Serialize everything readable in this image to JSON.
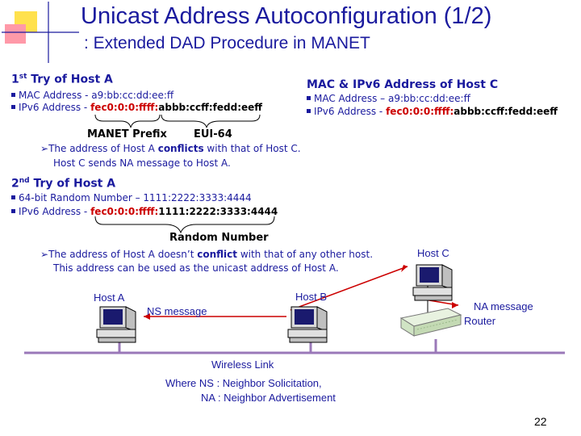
{
  "title": "Unicast Address Autoconfiguration (1/2)",
  "subtitle": ": Extended DAD Procedure in MANET",
  "try1": {
    "heading": "1st Try of Host A",
    "heading_main": "1",
    "heading_sup": "st",
    "heading_rest": " Try of Host A",
    "mac": "MAC Address - a9:bb:cc:dd:ee:ff",
    "ipv6_prefix_label": "IPv6 Address - ",
    "ipv6_prefix": "fec0:0:0:ffff:",
    "ipv6_suffix": "abbb:ccff:fedd:eeff"
  },
  "hostc": {
    "heading": "MAC & IPv6 Address of Host C",
    "mac": "MAC Address – a9:bb:cc:dd:ee:ff",
    "ipv6_prefix_label": "IPv6 Address - ",
    "ipv6_prefix": "fec0:0:0:ffff:",
    "ipv6_suffix": "abbb:ccff:fedd:eeff"
  },
  "labels": {
    "manet_prefix": "MANET Prefix",
    "eui64": "EUI-64",
    "random_number": "Random Number"
  },
  "conflict": {
    "line1_pre": "The address of Host A ",
    "line1_bold": "conflicts",
    "line1_post": " with that of Host C.",
    "line2": "Host C sends NA message to Host A."
  },
  "try2": {
    "heading_main": "2",
    "heading_sup": "nd",
    "heading_rest": " Try of Host A",
    "random": "64-bit Random Number – 1111:2222:3333:4444",
    "ipv6_prefix_label": "IPv6 Address - ",
    "ipv6_prefix": "fec0:0:0:ffff:",
    "ipv6_suffix": "1111:2222:3333:4444"
  },
  "noconflict": {
    "line1_pre": "The address of Host A doesn’t ",
    "line1_bold": "conflict",
    "line1_post": " with that of any other host.",
    "line2": "This address can be used as the unicast address of Host A."
  },
  "diagram": {
    "host_a": "Host A",
    "host_b": "Host B",
    "host_c": "Host C",
    "ns_message": "NS message",
    "na_message": "NA message",
    "router": "Router",
    "wireless_link": "Wireless Link",
    "where_line1": "Where NS : Neighbor Solicitation,",
    "where_line2": "NA : Neighbor Advertisement"
  },
  "page_number": "22",
  "colors": {
    "text_blue": "#1a1a9e",
    "accent_red": "#cc0000",
    "logo_yellow": "#ffe14d",
    "logo_pink": "#ff9aa8"
  }
}
